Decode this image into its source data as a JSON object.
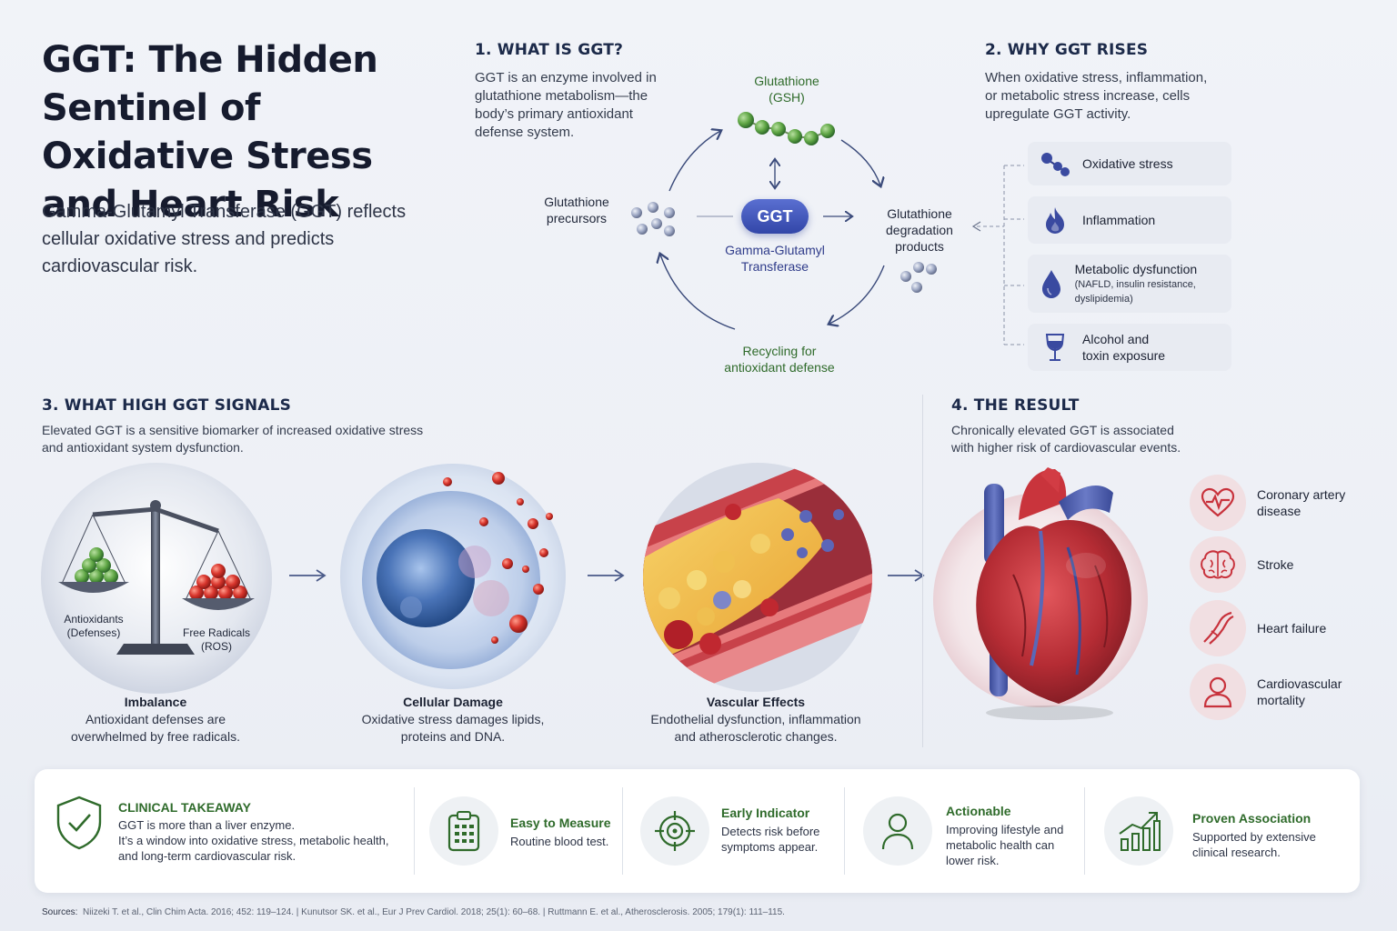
{
  "title": "GGT: The Hidden Sentinel of Oxidative Stress and Heart Risk",
  "subtitle": "Gamma-Glutamyl Transferase (GGT) reflects cellular oxidative stress and predicts cardiovascular risk.",
  "section1": {
    "heading": "1. WHAT IS GGT?",
    "text": "GGT is an enzyme involved in glutathione metabolism—the body’s primary antioxidant defense system.",
    "cycle": {
      "glutathione": "Glutathione\n(GSH)",
      "precursors": "Glutathione\nprecursors",
      "ggt": "GGT",
      "ggt_full": "Gamma-Glutamyl\nTransferase",
      "degradation": "Glutathione\ndegradation\nproducts",
      "recycling": "Recycling for\nantioxidant defense"
    }
  },
  "section2": {
    "heading": "2. WHY GGT RISES",
    "text": "When oxidative stress, inflammation, or metabolic stress increase, cells upregulate GGT activity.",
    "items": [
      {
        "label": "Oxidative stress",
        "icon": "molecule-icon"
      },
      {
        "label": "Inflammation",
        "icon": "flame-icon"
      },
      {
        "label": "Metabolic dysfunction",
        "sub": "(NAFLD, insulin resistance, dyslipidemia)",
        "icon": "droplet-icon"
      },
      {
        "label": "Alcohol and\ntoxin exposure",
        "icon": "wine-glass-icon"
      }
    ]
  },
  "section3": {
    "heading": "3. WHAT HIGH GGT SIGNALS",
    "text": "Elevated GGT is a sensitive biomarker of increased oxidative stress and antioxidant system dysfunction.",
    "scale_left": "Antioxidants\n(Defenses)",
    "scale_right": "Free Radicals\n(ROS)",
    "stages": [
      {
        "title": "Imbalance",
        "text": "Antioxidant defenses are\noverwhelmed by free radicals."
      },
      {
        "title": "Cellular Damage",
        "text": "Oxidative stress damages lipids,\nproteins and DNA."
      },
      {
        "title": "Vascular Effects",
        "text": "Endothelial dysfunction, inflammation\nand atherosclerotic changes."
      }
    ]
  },
  "section4": {
    "heading": "4. THE RESULT",
    "text": "Chronically elevated GGT is associated with higher risk of cardiovascular events.",
    "outcomes": [
      {
        "label": "Coronary artery\ndisease",
        "icon": "heart-pulse-icon"
      },
      {
        "label": "Stroke",
        "icon": "brain-icon"
      },
      {
        "label": "Heart failure",
        "icon": "artery-icon"
      },
      {
        "label": "Cardiovascular\nmortality",
        "icon": "person-icon"
      }
    ]
  },
  "takeaway": {
    "title": "CLINICAL TAKEAWAY",
    "text": "GGT is more than a liver enzyme.\nIt’s a window into oxidative stress, metabolic health,\nand long-term cardiovascular risk.",
    "items": [
      {
        "title": "Easy to Measure",
        "text": "Routine blood test.",
        "icon": "clipboard-icon"
      },
      {
        "title": "Early Indicator",
        "text": "Detects risk before\nsymptoms appear.",
        "icon": "target-icon"
      },
      {
        "title": "Actionable",
        "text": "Improving lifestyle and\nmetabolic health can\nlower risk.",
        "icon": "user-icon"
      },
      {
        "title": "Proven Association",
        "text": "Supported by extensive\nclinical research.",
        "icon": "growth-chart-icon"
      }
    ]
  },
  "sources": {
    "label": "Sources:",
    "text": "Niizeki T. et al., Clin Chim Acta. 2016; 452: 119–124.  |  Kunutsor SK. et al., Eur J Prev Cardiol. 2018; 25(1): 60–68.  |  Ruttmann E. et al., Atherosclerosis. 2005; 179(1): 111–115."
  },
  "colors": {
    "accent_green": "#2f6b2b",
    "accent_blue": "#3246a8",
    "accent_red": "#c8323c",
    "title_dark": "#161b2e"
  }
}
